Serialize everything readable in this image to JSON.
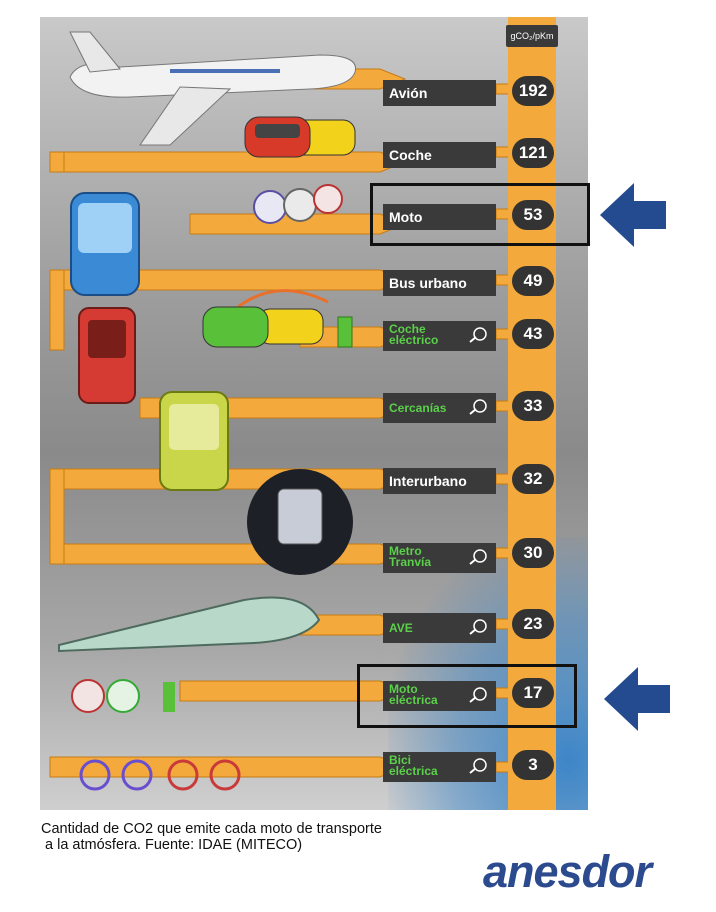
{
  "infographic": {
    "unit_label": "gCO₂/pKm",
    "rows": [
      {
        "label": "Avión",
        "value": "192",
        "electric": false
      },
      {
        "label": "Coche",
        "value": "121",
        "electric": false
      },
      {
        "label": "Moto",
        "value": "53",
        "electric": false
      },
      {
        "label": "Bus urbano",
        "value": "49",
        "electric": false
      },
      {
        "label_line1": "Coche",
        "label_line2": "eléctrico",
        "value": "43",
        "electric": true
      },
      {
        "label": "Cercanías",
        "value": "33",
        "electric": true
      },
      {
        "label": "Interurbano",
        "value": "32",
        "electric": false
      },
      {
        "label_line1": "Metro",
        "label_line2": "Tranvía",
        "value": "30",
        "electric": true
      },
      {
        "label": "AVE",
        "value": "23",
        "electric": true
      },
      {
        "label_line1": "Moto",
        "label_line2": "eléctrica",
        "value": "17",
        "electric": true
      },
      {
        "label_line1": "Bici",
        "label_line2": "eléctrica",
        "value": "3",
        "electric": true
      }
    ],
    "highlighted_rows": [
      "Moto",
      "Moto eléctrica"
    ],
    "colors": {
      "band": "#f3a93b",
      "label_bg": "#3a3a3a",
      "electric_text": "#5bd04a",
      "highlight_arrow": "#244b8f"
    }
  },
  "caption": {
    "line1": "Cantidad de CO2 que emite cada moto de transporte",
    "line2": " a la atmósfera. Fuente: IDAE (MITECO)"
  },
  "logo": {
    "text": "anesdor",
    "color": "#2c4a8e"
  }
}
